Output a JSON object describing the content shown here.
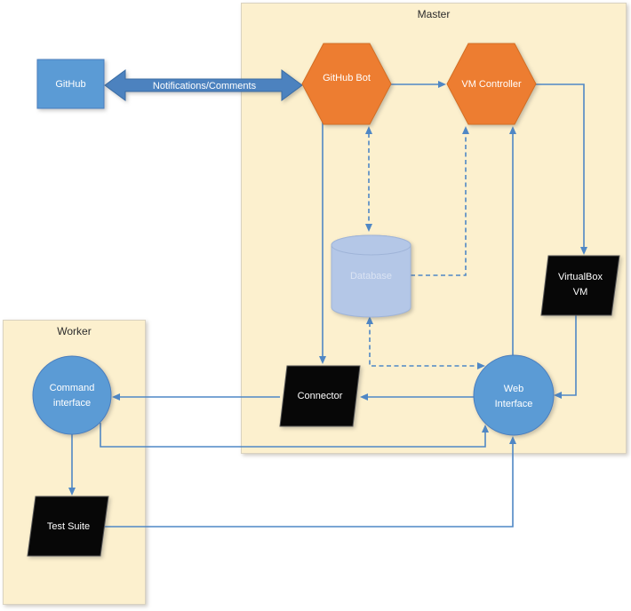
{
  "diagram": {
    "containers": [
      {
        "label": "Master"
      },
      {
        "label": "Worker"
      }
    ],
    "nodes": [
      {
        "label": "GitHub",
        "shape": "rectangle",
        "fill": "#5B9BD5",
        "text_color": "#FFFFFF",
        "container": null
      },
      {
        "label": "GitHub Bot",
        "shape": "hexagon",
        "fill": "#ED7D31",
        "text_color": "#FFFFFF",
        "container": "Master"
      },
      {
        "label": "VM Controller",
        "shape": "hexagon",
        "fill": "#ED7D31",
        "text_color": "#FFFFFF",
        "container": "Master"
      },
      {
        "label": "Database",
        "shape": "cylinder",
        "fill": "#B4C7E7",
        "text_color": "#DAE3F3",
        "container": "Master"
      },
      {
        "label": "VirtualBox VM",
        "shape": "parallelogram",
        "fill": "#070707",
        "text_color": "#FFFFFF",
        "container": "Master"
      },
      {
        "label": "Connector",
        "shape": "parallelogram",
        "fill": "#070707",
        "text_color": "#FFFFFF",
        "container": "Master"
      },
      {
        "label": "Web Interface",
        "shape": "circle",
        "fill": "#5B9BD5",
        "text_color": "#FFFFFF",
        "container": "Master"
      },
      {
        "label": "Command interface",
        "shape": "circle",
        "fill": "#5B9BD5",
        "text_color": "#FFFFFF",
        "container": "Worker"
      },
      {
        "label": "Test Suite",
        "shape": "parallelogram",
        "fill": "#070707",
        "text_color": "#FFFFFF",
        "container": "Worker"
      }
    ],
    "thick_arrow": {
      "label": "Notifications/Comments",
      "from": "GitHub",
      "to": "GitHub Bot",
      "arrows": "both"
    },
    "edges": [
      {
        "from": "GitHub Bot",
        "to": "Connector",
        "style": "solid",
        "arrows": "end"
      },
      {
        "from": "GitHub Bot",
        "to": "Database",
        "style": "dashed",
        "arrows": "both"
      },
      {
        "from": "Database",
        "to": "VM Controller",
        "style": "dashed",
        "arrows": "end"
      },
      {
        "from": "Web Interface",
        "to": "Database",
        "style": "dashed",
        "arrows": "both"
      },
      {
        "from": "GitHub Bot",
        "to": "VM Controller",
        "style": "solid",
        "arrows": "end"
      },
      {
        "from": "VM Controller",
        "to": "VirtualBox VM",
        "style": "solid",
        "arrows": "end"
      },
      {
        "from": "VirtualBox VM",
        "to": "Web Interface",
        "style": "solid",
        "arrows": "end"
      },
      {
        "from": "Web Interface",
        "to": "VM Controller",
        "style": "solid",
        "arrows": "end"
      },
      {
        "from": "Web Interface",
        "to": "Connector",
        "style": "solid",
        "arrows": "end"
      },
      {
        "from": "Connector",
        "to": "Command interface",
        "style": "solid",
        "arrows": "end"
      },
      {
        "from": "Command interface",
        "to": "Test Suite",
        "style": "solid",
        "arrows": "end"
      },
      {
        "from": "Command interface",
        "to": "Web Interface",
        "style": "solid",
        "arrows": "end"
      },
      {
        "from": "Test Suite",
        "to": "Web Interface",
        "style": "solid",
        "arrows": "end"
      }
    ],
    "colors": {
      "node_blue": "#5B9BD5",
      "node_blue_border": "#4A7EBE",
      "node_orange": "#ED7D31",
      "node_orange_border": "#D26E24",
      "cylinder_fill": "#B4C7E7",
      "cylinder_border": "#9FB4D8",
      "black_node": "#070707",
      "black_node_border": "#555555",
      "container_fill": "#FCF0CE",
      "container_border": "#D9D2C0",
      "connector_line": "#4F87C5",
      "thick_arrow_fill": "#4C82BF",
      "thick_arrow_border": "#3A6CA4",
      "label_dark": "#2B2B2B",
      "database_label": "#DAE3F3",
      "background": "#FFFFFF"
    }
  }
}
